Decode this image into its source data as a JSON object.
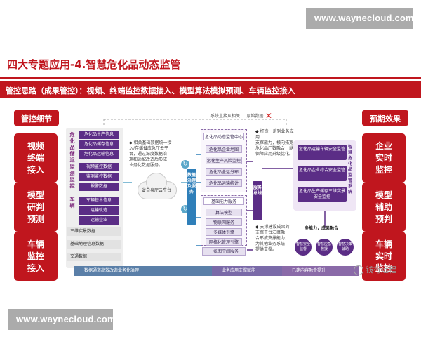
{
  "watermarks": {
    "top": "www.waynecloud.com",
    "bottom": "www.waynecloud.com"
  },
  "title": "四大专题应用-4.智慧危化品动态监管",
  "idea": "管控思路（成果管控）：视频、终端监控数据接入、模型算法模拟预测、车辆监控接入",
  "left_head": "管控细节",
  "right_head": "预期效果",
  "left_boxes": [
    {
      "lines": [
        "视频",
        "终端",
        "接入"
      ]
    },
    {
      "lines": [
        "模型",
        "研判",
        "预测"
      ]
    },
    {
      "lines": [
        "车辆",
        "监控",
        "接入"
      ]
    }
  ],
  "right_boxes": [
    {
      "lines": [
        "企业",
        "实时",
        "监控"
      ]
    },
    {
      "lines": [
        "模型",
        "辅助",
        "预判"
      ]
    },
    {
      "lines": [
        "车辆",
        "实时",
        "监控"
      ]
    }
  ],
  "diagram": {
    "top_flow": "系统直接从相关 ... 原始数据",
    "group1_label": "危化品储运",
    "group1_items": [
      "危化品生产信息",
      "危化品储存信息",
      "危化品运输信息"
    ],
    "group2_label": "监测监控",
    "group2_items": [
      "视频监控数据",
      "监测监控数据",
      "报警数据"
    ],
    "group3_label": "车辆",
    "group3_items": [
      "车辆基本信息",
      "运输轨迹",
      "运输企业"
    ],
    "plain_items": [
      "三维实景数据",
      "基础地理信息数据",
      "交通数据"
    ],
    "cloud_label": "省自身厅云平台",
    "note1": [
      "相关基础数据统一接",
      "入/存储省应急厅云平",
      "台，通过深度数据治",
      "理和适配改造后形成",
      "业务化数据服务。"
    ],
    "vbar1": "数据治理及服务",
    "box1_title": "危化品动态监管中心",
    "box1_items": [
      "危化品企业地图",
      "危化生产风险监控",
      "危化品全运分布",
      "危化品运输统计"
    ],
    "box2_title": "基础能力服务",
    "box2_items": [
      "算法模型",
      "物联网服务",
      "多媒体引擎",
      "网格化管理引擎"
    ],
    "box3_title": "一张图空间服务",
    "vbar2": "服务总线",
    "note2": [
      "打造一系列业务应用",
      "支撑能力，横向拓宽",
      "危化品厂数融合，纵向",
      "保障应用升级优化。"
    ],
    "note3": [
      "支撑建设成果的",
      "支撑平台汇聚融",
      "合形成支撑能力，",
      "为其他业务系统",
      "提供支撑。"
    ],
    "platform_label": "智慧危化品监管系统",
    "platform_items": [
      "危化品运输车辆安全监管",
      "危化品企业综合安全监管",
      "危化品生产储存三维实景安全监控"
    ],
    "fuse_label": "多能力，成果融合",
    "hexes": [
      "智慧安全监督",
      "智慧应急救援",
      "智慧决策辅助"
    ],
    "bottom_bars": [
      "数据通道高效改造业务化治理",
      "业务应用支撑赋能",
      "已建内容融合提升"
    ]
  },
  "logo": "钱行远程"
}
